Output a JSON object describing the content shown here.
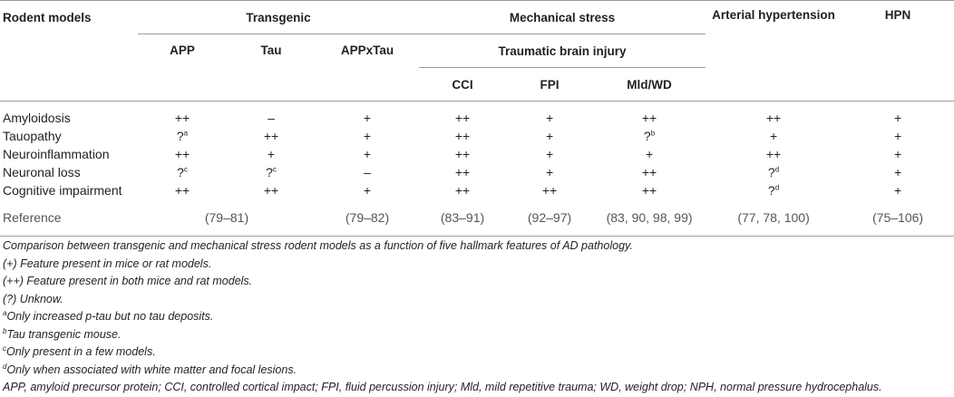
{
  "header": {
    "rodent_models": "Rodent models",
    "transgenic": "Transgenic",
    "mechanical_stress": "Mechanical stress",
    "arterial_hypertension": "Arterial hypertension",
    "hpn": "HPN",
    "traumatic_brain_injury": "Traumatic brain injury",
    "app": "APP",
    "tau": "Tau",
    "appxtau": "APPxTau",
    "cci": "CCI",
    "fpi": "FPI",
    "mldwd": "Mld/WD"
  },
  "rows": [
    {
      "label": "Amyloidosis",
      "cells": [
        "++",
        "–",
        "+",
        "++",
        "+",
        "++",
        "++",
        "+"
      ],
      "sups": [
        "",
        "",
        "",
        "",
        "",
        "",
        "",
        ""
      ]
    },
    {
      "label": "Tauopathy",
      "cells": [
        "?",
        "++",
        "+",
        "++",
        "+",
        "?",
        "+",
        "+"
      ],
      "sups": [
        "a",
        "",
        "",
        "",
        "",
        "b",
        "",
        ""
      ]
    },
    {
      "label": "Neuroinflammation",
      "cells": [
        "++",
        "+",
        "+",
        "++",
        "+",
        "+",
        "++",
        "+"
      ],
      "sups": [
        "",
        "",
        "",
        "",
        "",
        "",
        "",
        ""
      ]
    },
    {
      "label": "Neuronal loss",
      "cells": [
        "?",
        "?",
        "–",
        "++",
        "+",
        "++",
        "?",
        "+"
      ],
      "sups": [
        "c",
        "c",
        "",
        "",
        "",
        "",
        "d",
        ""
      ]
    },
    {
      "label": "Cognitive impairment",
      "cells": [
        "++",
        "++",
        "+",
        "++",
        "++",
        "++",
        "?",
        "+"
      ],
      "sups": [
        "",
        "",
        "",
        "",
        "",
        "",
        "d",
        ""
      ]
    }
  ],
  "reference": {
    "label": "Reference",
    "transgenic_appx": "(79–81)",
    "appxtau": "(79–82)",
    "cci": "(83–91)",
    "fpi": "(92–97)",
    "mldwd": "(83, 90, 98, 99)",
    "arterial": "(77, 78, 100)",
    "hpn": "(75–106)"
  },
  "notes": [
    "Comparison between transgenic and mechanical stress rodent models as a function of five hallmark features of AD pathology.",
    "(+) Feature present in mice or rat models.",
    "(++) Feature present in both mice and rat models.",
    "(?) Unknow."
  ],
  "footnotes": [
    {
      "mark": "a",
      "text": "Only increased p-tau but no tau deposits."
    },
    {
      "mark": "b",
      "text": "Tau transgenic mouse."
    },
    {
      "mark": "c",
      "text": "Only present in a few models."
    },
    {
      "mark": "d",
      "text": "Only when associated with white matter and focal lesions."
    }
  ],
  "abbreviations": "APP, amyloid precursor protein; CCI, controlled cortical impact; FPI, fluid percussion injury; Mld, mild repetitive trauma; WD, weight drop; NPH, normal pressure hydrocephalus."
}
